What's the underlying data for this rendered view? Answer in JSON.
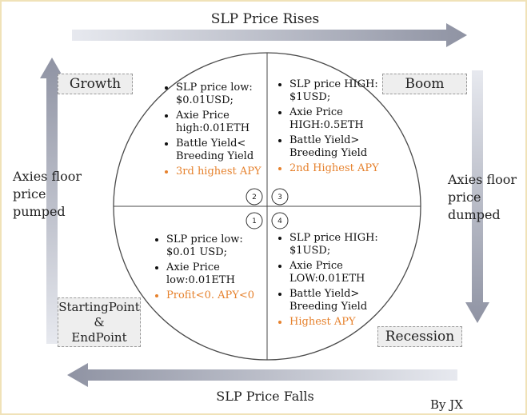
{
  "top_arrow_label": "SLP Price Rises",
  "bottom_arrow_label": "SLP Price Falls",
  "left_side_label": "Axies floor price pumped",
  "right_side_label": "Axies floor price dumped",
  "author": "By JX",
  "phases": {
    "growth": "Growth",
    "boom": "Boom",
    "recession": "Recession",
    "start_line1": "StartingPoint",
    "start_line2": "&",
    "start_line3": "EndPoint"
  },
  "quadrant_numbers": [
    "1",
    "2",
    "3",
    "4"
  ],
  "quadrants": {
    "top_left": [
      "SLP price low: $0.01USD;",
      "Axie Price high:0.01ETH",
      "Battle Yield< Breeding Yield",
      "3rd highest APY"
    ],
    "top_right": [
      "SLP price HIGH: $1USD;",
      "Axie Price HIGH:0.5ETH",
      "Battle Yield> Breeding Yield",
      "2nd Highest APY"
    ],
    "bottom_left": [
      "SLP price low: $0.01 USD;",
      "Axie Price low:0.01ETH",
      "Profit<0. APY<0"
    ],
    "bottom_right": [
      "SLP price HIGH: $1USD;",
      "Axie Price LOW:0.01ETH",
      "Battle Yield> Breeding Yield",
      "Highest APY"
    ]
  },
  "colors": {
    "highlight": "#e6822e",
    "arrow_dark": "#8f93a3",
    "arrow_light": "#e7e9ef"
  }
}
